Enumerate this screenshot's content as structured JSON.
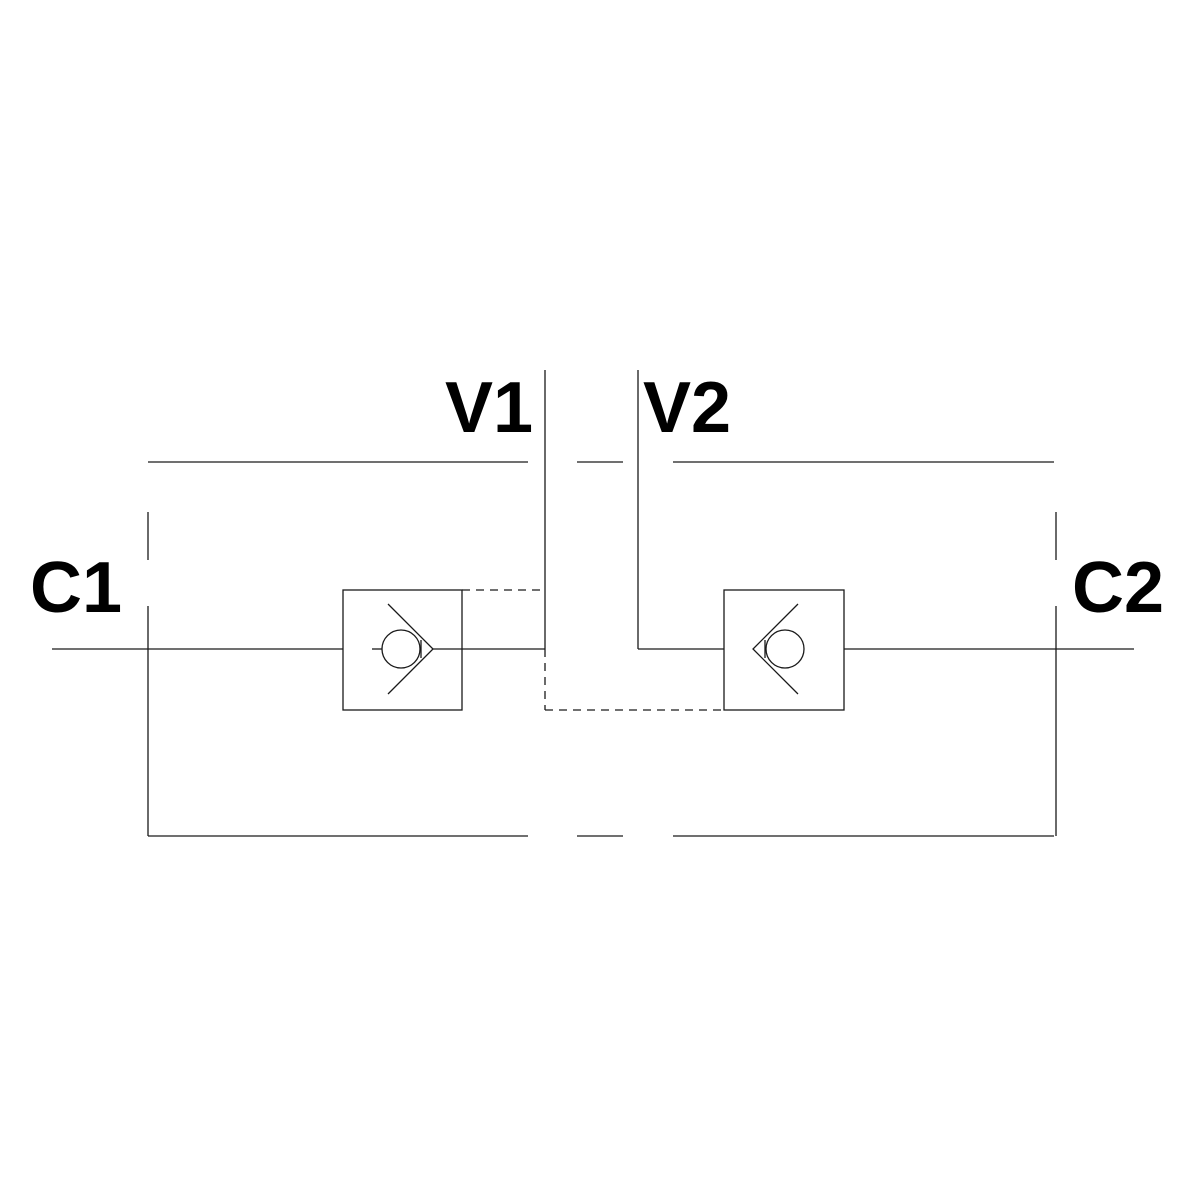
{
  "diagram": {
    "ports": {
      "v1": "V1",
      "v2": "V2",
      "c1": "C1",
      "c2": "C2"
    },
    "components": [
      {
        "id": "check-valve-left",
        "symbol": "check-valve-icon"
      },
      {
        "id": "check-valve-right",
        "symbol": "check-valve-icon"
      }
    ],
    "colors": {
      "line": "#1a1a1a",
      "text": "#000000",
      "background": "#ffffff"
    }
  }
}
